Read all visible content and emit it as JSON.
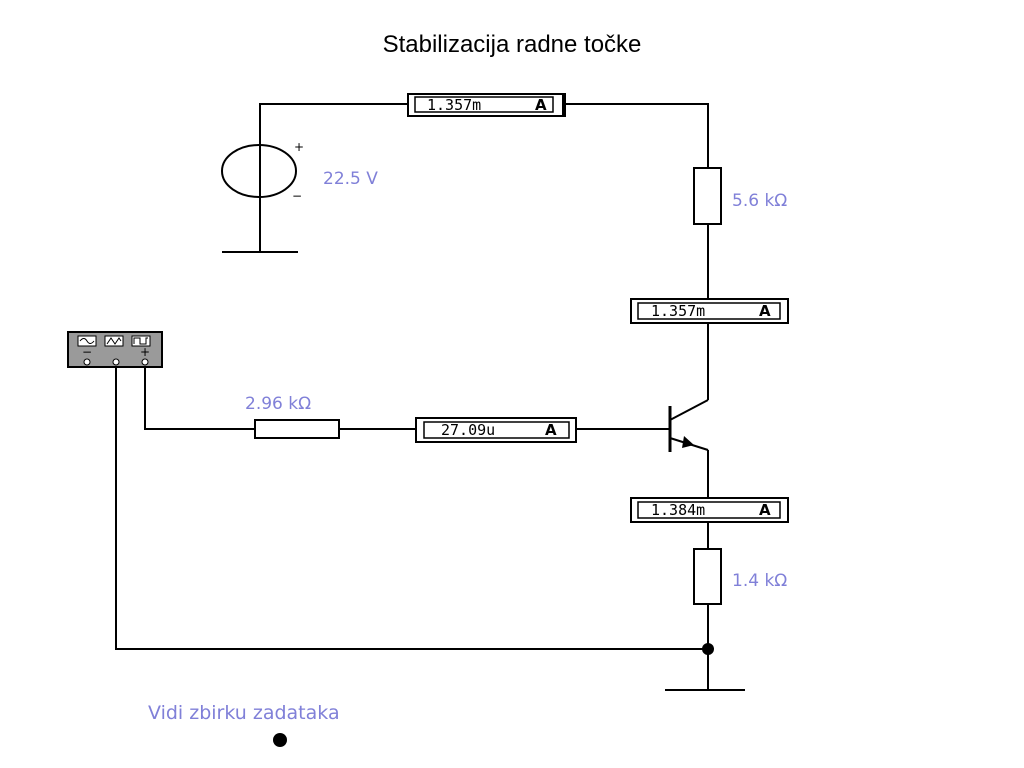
{
  "title": "Stabilizacija radne točke",
  "source": {
    "voltage_label": "22.5 V",
    "plus": "+",
    "minus": "−"
  },
  "resistors": {
    "collector": "5.6 kΩ",
    "base": "2.96 kΩ",
    "emitter": "1.4 kΩ"
  },
  "ammeters": {
    "top": {
      "reading": "1.357m",
      "unit": "A"
    },
    "collector": {
      "reading": "1.357m",
      "unit": "A"
    },
    "base": {
      "reading": "27.09u",
      "unit": "A"
    },
    "emitter": {
      "reading": "1.384m",
      "unit": "A"
    }
  },
  "function_generator": {
    "minus": "−",
    "plus": "+"
  },
  "note": "Vidi zbirku zadataka"
}
